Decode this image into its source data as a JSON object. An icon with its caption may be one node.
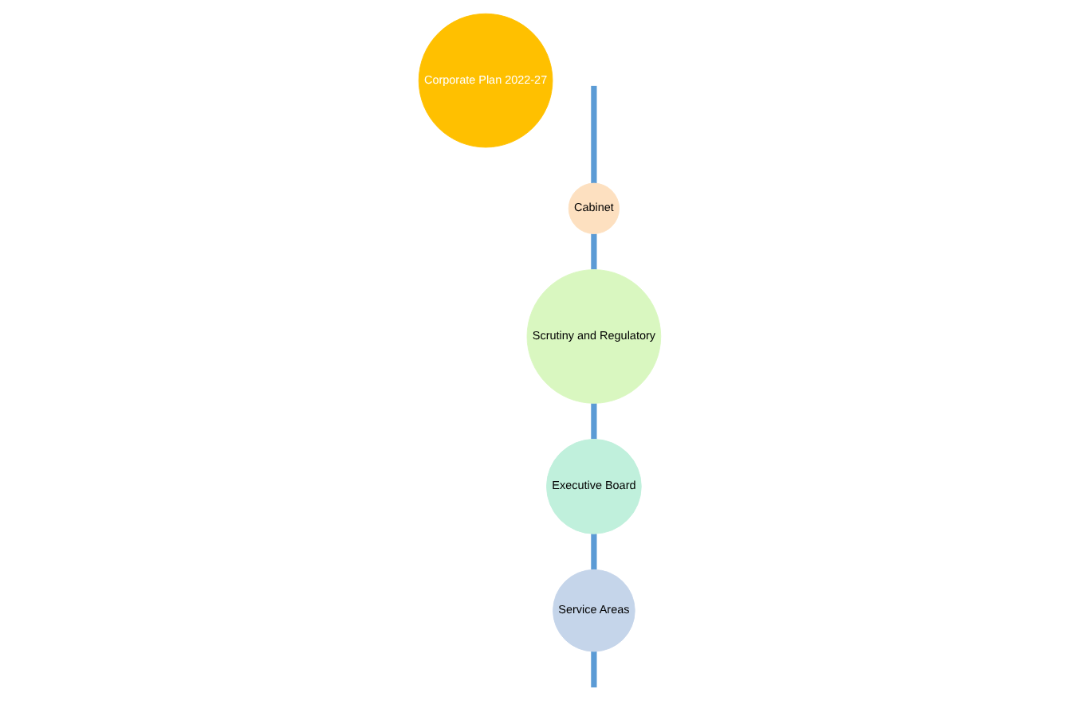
{
  "diagram": {
    "nodes": [
      {
        "text": [
          "Corporate Plan 2022-27"
        ]
      },
      {
        "text": [
          "Cabinet"
        ]
      },
      {
        "text": [
          "Scrutiny and Regulatory"
        ]
      },
      {
        "text": [
          "Executive Board"
        ]
      },
      {
        "text": [
          "Service Areas"
        ]
      }
    ],
    "edges": [
      {
        "from": null,
        "to": 1,
        "arrow": "none"
      },
      {
        "from": 1,
        "to": 2,
        "arrow": "none"
      },
      {
        "from": 2,
        "to": 3,
        "arrow": "none"
      },
      {
        "from": 3,
        "to": 4,
        "arrow": "none"
      },
      {
        "from": 4,
        "to": null,
        "arrow": "none"
      }
    ]
  }
}
